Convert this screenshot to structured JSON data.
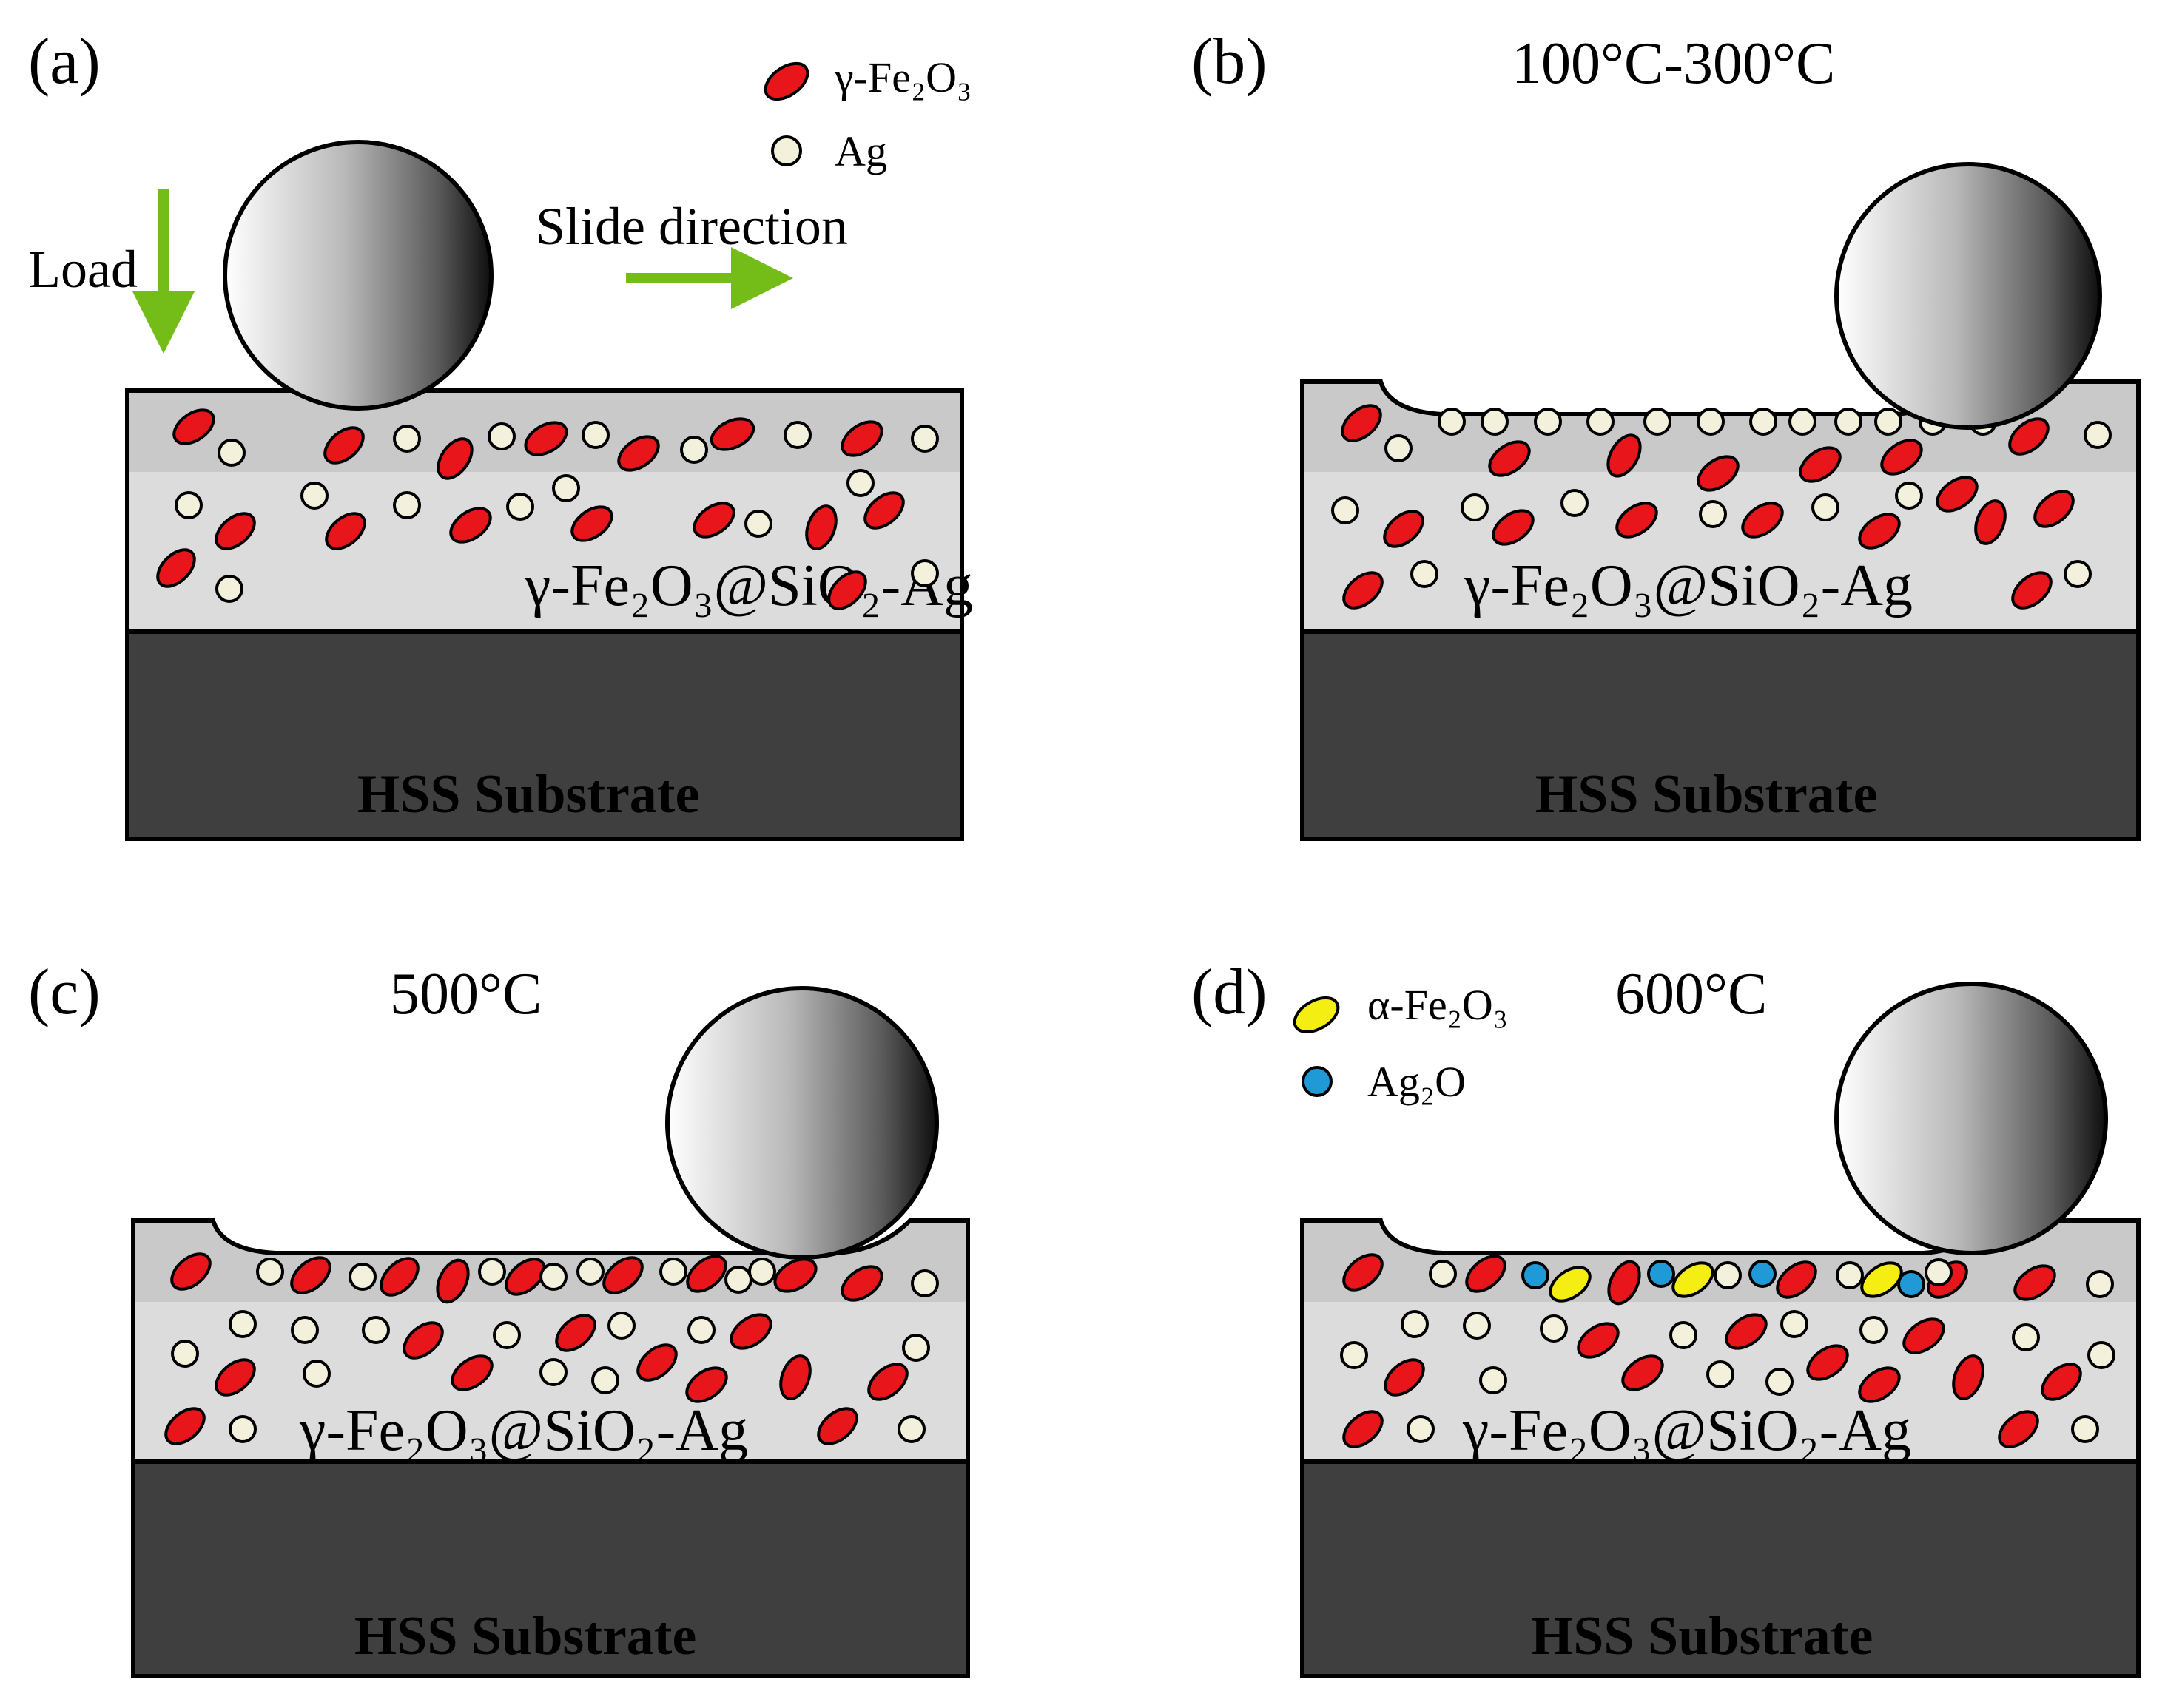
{
  "panels": [
    {
      "id": "a",
      "label": "(a)",
      "temperature": "",
      "coating_label": "γ-Fe₂O₃@SiO₂-Ag",
      "substrate_label": "HSS Substrate",
      "wear_track": false
    },
    {
      "id": "b",
      "label": "(b)",
      "temperature": "100°C-300°C",
      "coating_label": "γ-Fe₂O₃@SiO₂-Ag",
      "substrate_label": "HSS Substrate",
      "wear_track": true,
      "surface_ag_film": true
    },
    {
      "id": "c",
      "label": "(c)",
      "temperature": "500°C",
      "coating_label": "γ-Fe₂O₃@SiO₂-Ag",
      "substrate_label": "HSS Substrate",
      "wear_track": true
    },
    {
      "id": "d",
      "label": "(d)",
      "temperature": "600°C",
      "coating_label": "γ-Fe₂O₃@SiO₂-Ag",
      "substrate_label": "HSS Substrate",
      "wear_track": true
    }
  ],
  "legend_top": {
    "items": [
      {
        "symbol": "red-ellipse",
        "label": "γ-Fe₂O₃",
        "color": "#e8161b"
      },
      {
        "symbol": "beige-circle",
        "label": "Ag",
        "color": "#f3f0dc"
      }
    ]
  },
  "legend_d": {
    "items": [
      {
        "symbol": "yellow-ellipse",
        "label": "α-Fe₂O₃",
        "color": "#f5ee13"
      },
      {
        "symbol": "blue-circle",
        "label": "Ag₂O",
        "color": "#1f9ad6"
      }
    ]
  },
  "arrows": {
    "load": "Load",
    "slide": "Slide direction",
    "color": "#74bd18"
  },
  "colors": {
    "coating_fill": "#dcdcdc",
    "coating_surface_band": "#c9c9c9",
    "substrate_fill": "#3f3f3f",
    "fe2o3_gamma": "#e8161b",
    "fe2o3_alpha": "#f5ee13",
    "ag": "#f3f0dc",
    "ag2o": "#1f9ad6"
  }
}
